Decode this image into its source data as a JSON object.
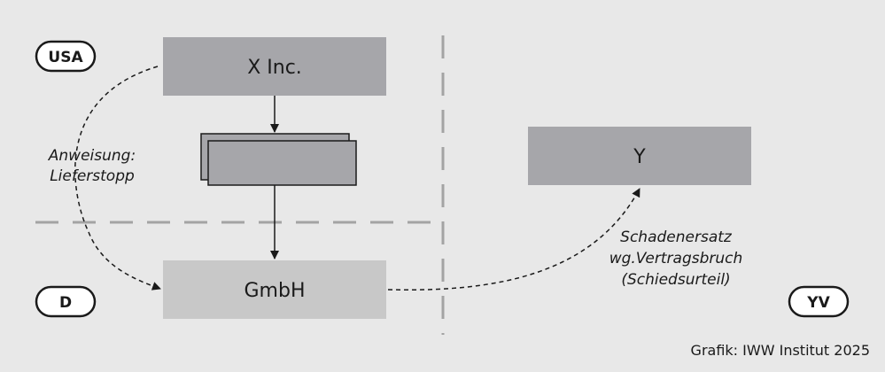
{
  "nodes": {
    "x_inc": "X Inc.",
    "gmbh": "GmbH",
    "y": "Y"
  },
  "regions": {
    "usa": "USA",
    "d": "D",
    "yv": "YV"
  },
  "annotations": {
    "anweisung_line1": "Anweisung:",
    "anweisung_line2": "Lieferstopp",
    "schaden_line1": "Schadenersatz",
    "schaden_line2": "wg.Vertragsbruch",
    "schaden_line3": "(Schiedsurteil)"
  },
  "credit": "Grafik: IWW Institut 2025",
  "colors": {
    "background": "#e8e8e8",
    "dark_box": "#a6a6aa",
    "light_box": "#c8c8c8",
    "line": "#1a1a1a",
    "divider": "#a3a3a3"
  }
}
